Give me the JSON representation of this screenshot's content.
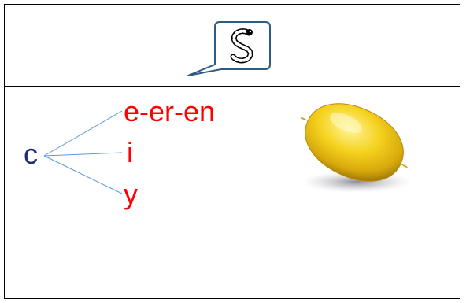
{
  "header": {
    "icon": "snake-s-icon"
  },
  "rule": {
    "root": "c",
    "branches": [
      "e-er-en",
      "i",
      "y"
    ],
    "colors": {
      "root": "#1f2d7a",
      "branches": "#ff0000",
      "lines": "#5b9bd5"
    }
  },
  "illustration": {
    "icon": "lemon-icon"
  }
}
